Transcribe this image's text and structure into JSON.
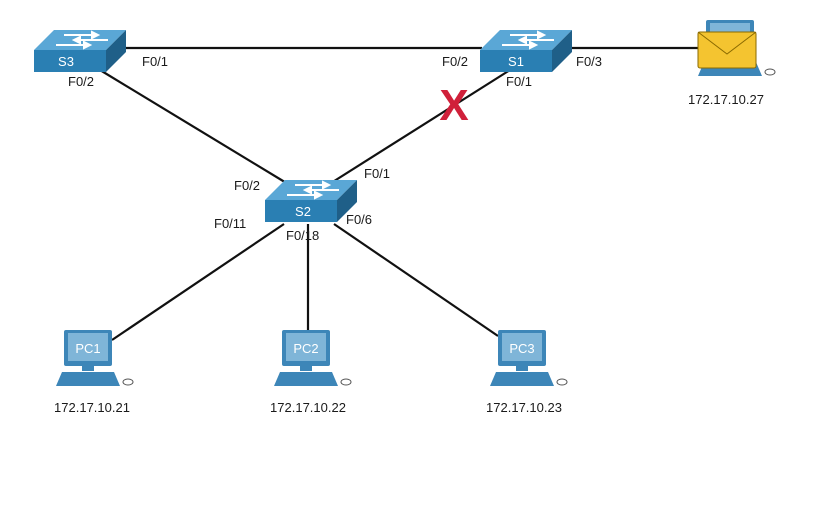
{
  "colors": {
    "link": "#111111",
    "switch_face": "#2a7fb3",
    "switch_top": "#5aa7d6",
    "switch_side": "#1f5f88",
    "pc_screen": "#7fb5d8",
    "pc_body": "#3d86b8",
    "broken_link_mark": "#d0203a",
    "email_envelope": "#f4c430"
  },
  "icons": {
    "switch": "switch-icon",
    "pc": "pc-icon",
    "email_pc": "email-envelope-icon",
    "broken": "broken-link-x-icon"
  },
  "switches": {
    "s1": {
      "name": "S1"
    },
    "s2": {
      "name": "S2"
    },
    "s3": {
      "name": "S3"
    }
  },
  "pcs": {
    "pc1": {
      "name": "PC1",
      "ip": "172.17.10.21"
    },
    "pc2": {
      "name": "PC2",
      "ip": "172.17.10.22"
    },
    "pc3": {
      "name": "PC3",
      "ip": "172.17.10.23"
    },
    "pc4": {
      "name": "",
      "ip": "172.17.10.27"
    }
  },
  "ports": {
    "s3_f01": "F0/1",
    "s3_f02": "F0/2",
    "s1_f02": "F0/2",
    "s1_f01": "F0/1",
    "s1_f03": "F0/3",
    "s2_f02": "F0/2",
    "s2_f01": "F0/1",
    "s2_f011": "F0/11",
    "s2_f018": "F0/18",
    "s2_f06": "F0/6"
  },
  "broken_link_mark": "X"
}
